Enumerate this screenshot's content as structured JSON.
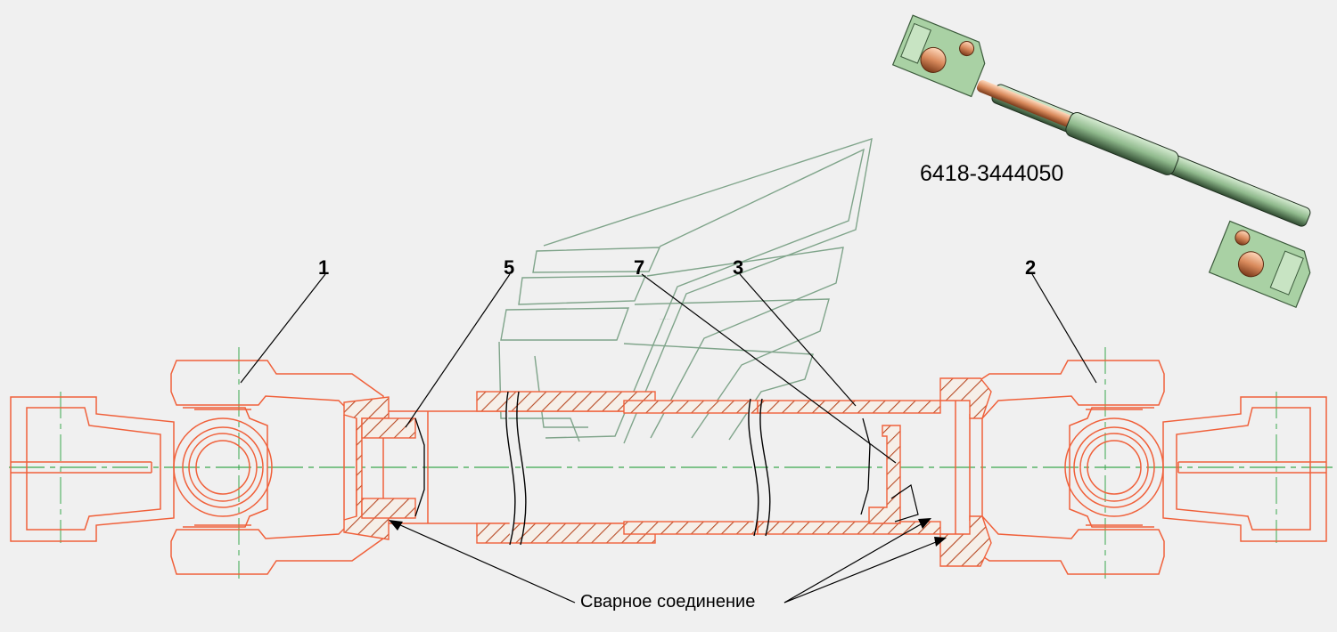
{
  "part_number": "6418-3444050",
  "callouts": [
    "1",
    "5",
    "7",
    "3",
    "2"
  ],
  "caption": "Сварное соединение",
  "colors": {
    "background": "#f0f0f0",
    "outline": "#f0603a",
    "hatch": "#c85028",
    "centerline": "#3aa84e",
    "watermark": "#7fa48a",
    "leader": "#000000",
    "shaft_body": "#9ec49a",
    "shaft_copper": "#d98a5c"
  },
  "icons": [
    "steering-shaft-photo-icon",
    "company-logo-watermark-icon"
  ]
}
